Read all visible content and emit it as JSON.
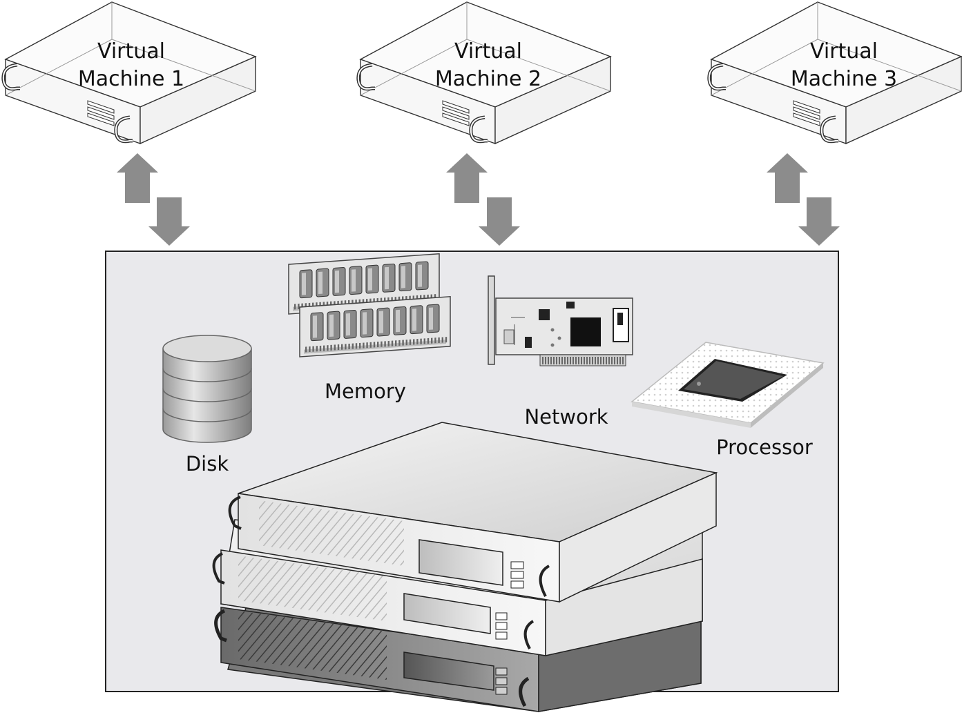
{
  "virtual_machines": [
    {
      "line1": "Virtual",
      "line2": "Machine 1"
    },
    {
      "line1": "Virtual",
      "line2": "Machine 2"
    },
    {
      "line1": "Virtual",
      "line2": "Machine 3"
    }
  ],
  "components": {
    "disk": "Disk",
    "memory": "Memory",
    "network": "Network",
    "processor": "Processor"
  },
  "colors": {
    "host_panel": "#e9e9ec",
    "arrow": "#8c8c8c",
    "outline": "#222222"
  }
}
